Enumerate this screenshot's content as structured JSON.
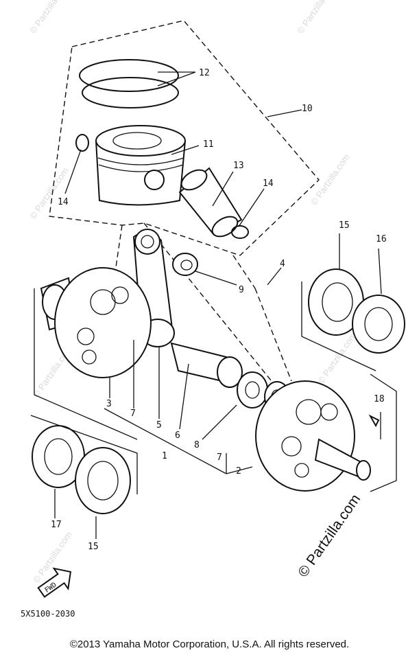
{
  "callouts": {
    "c1": "1",
    "c2": "2",
    "c3": "3",
    "c4": "4",
    "c5": "5",
    "c6": "6",
    "c7a": "7",
    "c7b": "7",
    "c8": "8",
    "c9": "9",
    "c10": "10",
    "c11": "11",
    "c12": "12",
    "c13": "13",
    "c14a": "14",
    "c14b": "14",
    "c15a": "15",
    "c15b": "15",
    "c16": "16",
    "c17": "17",
    "c18": "18"
  },
  "diagram_code": "5X5100-2030",
  "fwd_label": "FWD",
  "watermark": "© Partzilla.com",
  "watermark_small": "© Partzilla.com",
  "copyright": "©2013  Yamaha Motor Corporation, U.S.A. All rights reserved."
}
